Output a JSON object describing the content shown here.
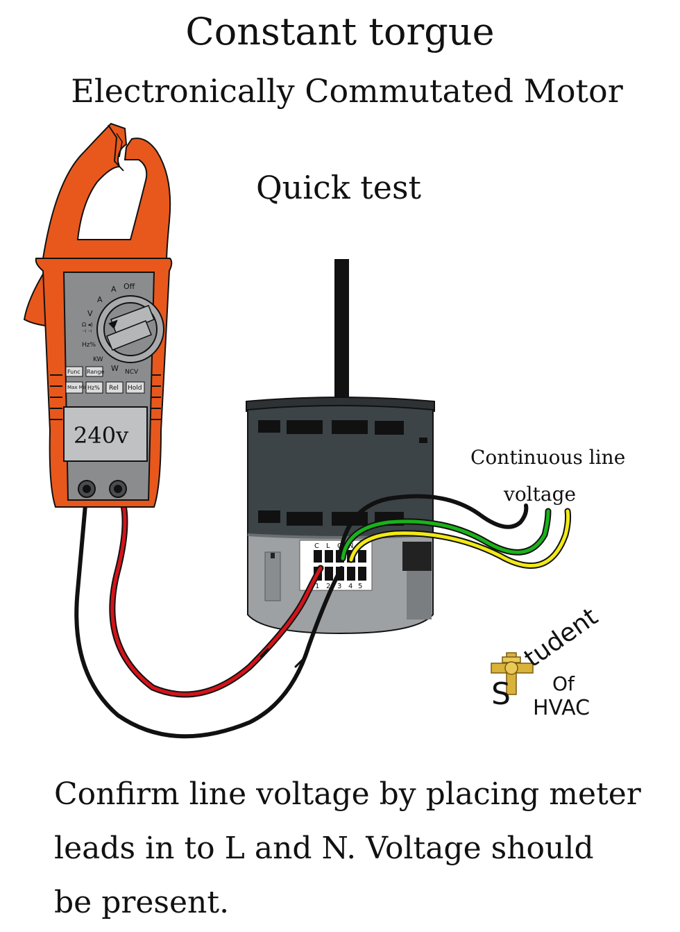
{
  "title": {
    "line1": "Constant torgue",
    "line2": "Electronically Commutated Motor",
    "line3": "Quick test"
  },
  "meter": {
    "display": "240v",
    "dial_labels": {
      "a_ac": "A",
      "a_dc": "A",
      "off": "Off",
      "v": "V",
      "ohm": "Ω ◂)",
      "diode": "⊣ ⊣",
      "hz": "Hz%",
      "kw": "KW",
      "w": "W",
      "ncv": "NCV"
    },
    "buttons": [
      "Func",
      "Range",
      "Max Min",
      "Hz%",
      "Rel",
      "Hold"
    ]
  },
  "motor": {
    "terminal_top_labels": [
      "C",
      "L",
      "G",
      "N"
    ],
    "terminal_bottom_labels": [
      "1",
      "2",
      "3",
      "4",
      "5"
    ]
  },
  "annotation": {
    "line1": "Continuous line",
    "line2": "voltage"
  },
  "logo": {
    "s": "S",
    "tudent": "tudent",
    "of": "Of",
    "hvac": "HVAC"
  },
  "caption": {
    "line1": "Confirm line voltage by placing meter",
    "line2": "leads in to L and N. Voltage should",
    "line3": "be present."
  },
  "colors": {
    "meter_orange": "#e8581c",
    "meter_body_gray": "#8a8c8e",
    "motor_dark": "#3d4448",
    "motor_light": "#9ea1a3",
    "wire_red": "#d4141a",
    "wire_black": "#111111",
    "wire_green": "#19b319",
    "wire_yellow": "#f2ea16",
    "logo_gold": "#d9b23a"
  }
}
